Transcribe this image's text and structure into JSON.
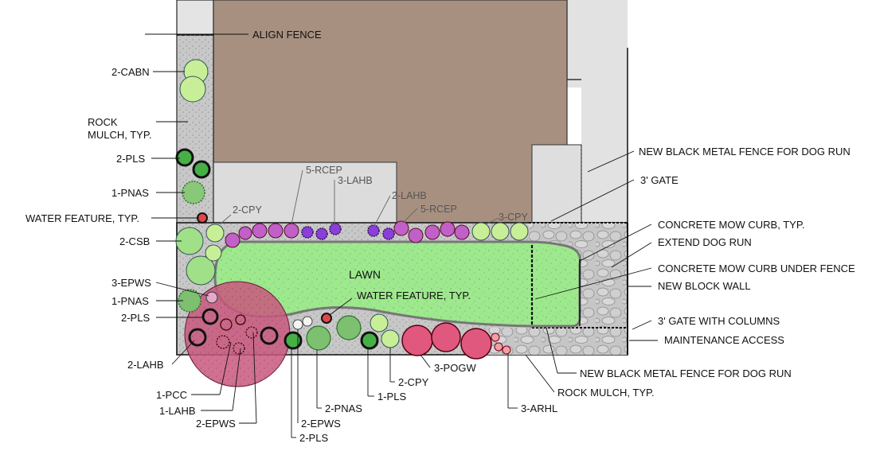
{
  "colors": {
    "house": "#a89080",
    "paving": "#dcdcdc",
    "rock": "#c4c4c4",
    "lawn": "#9ee88e",
    "red_tree": "#c8587e",
    "purple_plant": "#c060c8",
    "light_shrub": "#c8ef98",
    "dark_shrub": "#46b046"
  },
  "labels": {
    "align_fence": "ALIGN FENCE",
    "cabn": "2-CABN",
    "rock_mulch_1": "ROCK",
    "rock_mulch_2": "MULCH, TYP.",
    "pls_top": "2-PLS",
    "pnas_top": "1-PNAS",
    "water_feature_left": "WATER FEATURE, TYP.",
    "csb": "2-CSB",
    "epws_left": "3-EPWS",
    "pnas_left": "1-PNAS",
    "pls_left": "2-PLS",
    "lahb_left": "2-LAHB",
    "pcc": "1-PCC",
    "lahb_bottom": "1-LAHB",
    "epws_bottom": "2-EPWS",
    "epws_bottom2": "2-EPWS",
    "pls_bottom": "2-PLS",
    "pnas_bottom": "2-PNAS",
    "pls_bottom1": "1-PLS",
    "cpy_bottom": "2-CPY",
    "pogw": "3-POGW",
    "arhl": "3-ARHL",
    "cpy_top_left": "2-CPY",
    "rcep_1": "5-RCEP",
    "lahb_top": "3-LAHB",
    "lahb_top2": "2-LAHB",
    "rcep_2": "5-RCEP",
    "cpy_top_right": "3-CPY",
    "lawn": "LAWN",
    "water_feature_center": "WATER FEATURE, TYP.",
    "new_fence_top": "NEW BLACK METAL FENCE FOR DOG RUN",
    "gate_3": "3' GATE",
    "mow_curb": "CONCRETE MOW CURB, TYP.",
    "extend_dog_run": "EXTEND DOG RUN",
    "mow_curb_fence": "CONCRETE MOW CURB UNDER FENCE",
    "block_wall": "NEW BLOCK WALL",
    "gate_columns": "3' GATE WITH COLUMNS",
    "maintenance": "MAINTENANCE ACCESS",
    "new_fence_bottom": "NEW BLACK METAL FENCE FOR DOG RUN",
    "rock_mulch_bottom": "ROCK MULCH, TYP."
  }
}
